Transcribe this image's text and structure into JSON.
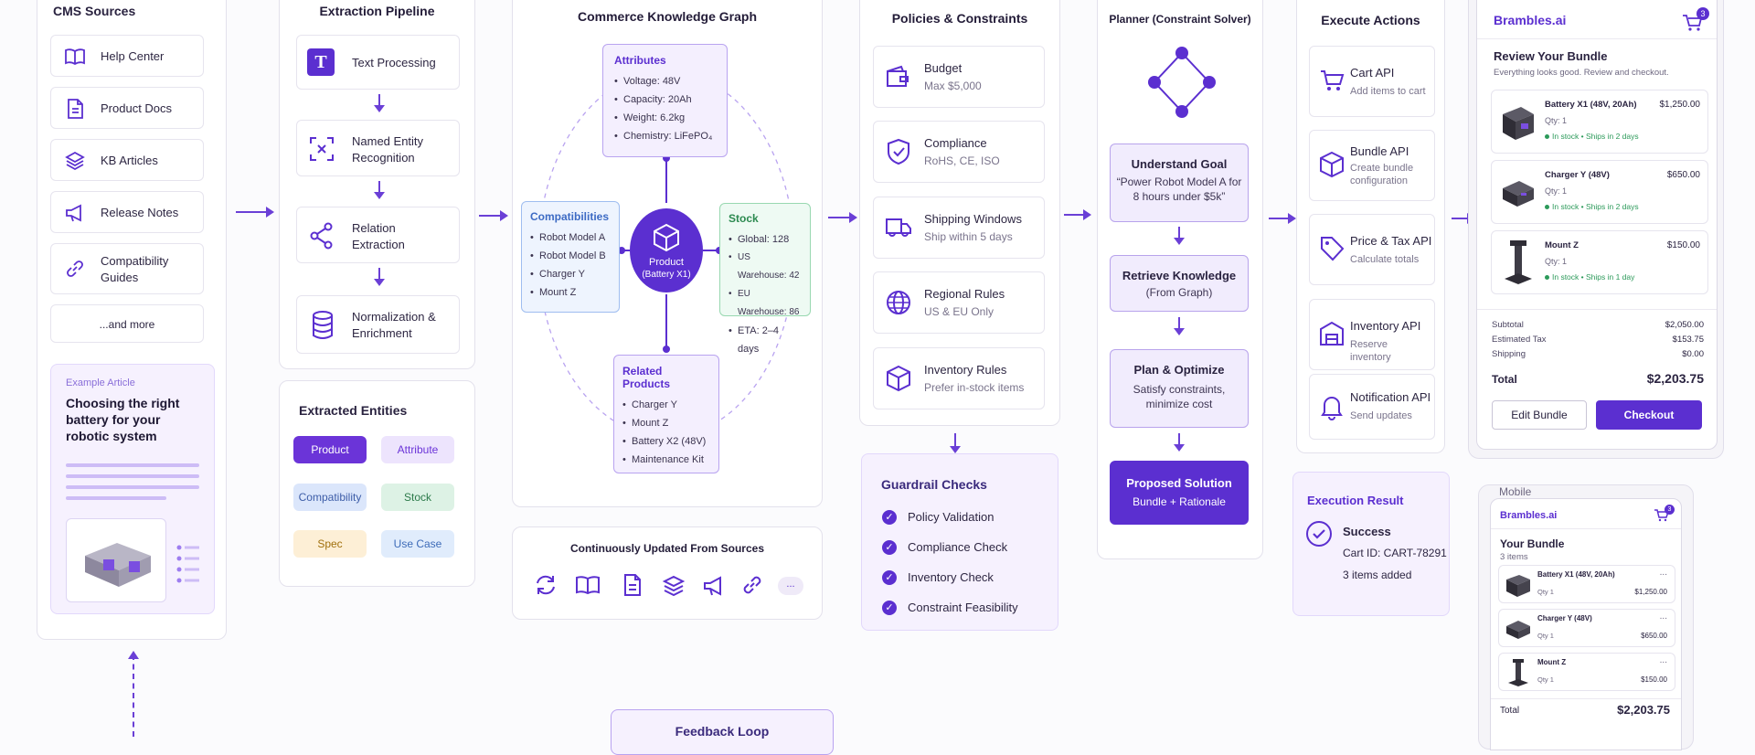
{
  "cms": {
    "title": "CMS Sources",
    "sources": [
      "Help Center",
      "Product Docs",
      "KB Articles",
      "Release Notes",
      "Compatibility Guides"
    ],
    "more": "...and more",
    "example_label": "Example Article",
    "example_title": "Choosing the right battery for your robotic system"
  },
  "pipeline": {
    "title": "Extraction Pipeline",
    "steps": [
      "Text Processing",
      "Named Entity Recognition",
      "Relation Extraction",
      "Normalization & Enrichment"
    ]
  },
  "entities": {
    "title": "Extracted Entities",
    "items": [
      "Product",
      "Attribute",
      "Compatibility",
      "Stock",
      "Spec",
      "Use Case"
    ]
  },
  "graph": {
    "title": "Commerce Knowledge Graph",
    "attributes": {
      "title": "Attributes",
      "items": [
        "Voltage: 48V",
        "Capacity: 20Ah",
        "Weight: 6.2kg",
        "Chemistry: LiFePO₄"
      ]
    },
    "compat": {
      "title": "Compatibilities",
      "items": [
        "Robot Model A",
        "Robot Model B",
        "Charger Y",
        "Mount Z"
      ]
    },
    "stock": {
      "title": "Stock",
      "items": [
        "Global: 128",
        "US Warehouse: 42",
        "EU Warehouse: 86",
        "ETA: 2–4 days"
      ]
    },
    "related": {
      "title": "Related Products",
      "items": [
        "Charger Y",
        "Mount Z",
        "Battery X2 (48V)",
        "Maintenance Kit"
      ]
    },
    "center_line1": "Product",
    "center_line2": "(Battery X1)"
  },
  "updated": {
    "title": "Continuously Updated From Sources",
    "more": "..."
  },
  "policies": {
    "title": "Policies & Constraints",
    "items": [
      {
        "name": "Budget",
        "detail": "Max $5,000"
      },
      {
        "name": "Compliance",
        "detail": "RoHS, CE, ISO"
      },
      {
        "name": "Shipping Windows",
        "detail": "Ship within 5 days"
      },
      {
        "name": "Regional Rules",
        "detail": "US & EU Only"
      },
      {
        "name": "Inventory Rules",
        "detail": "Prefer in-stock items"
      }
    ]
  },
  "guardrails": {
    "title": "Guardrail Checks",
    "items": [
      "Policy Validation",
      "Compliance Check",
      "Inventory Check",
      "Constraint Feasibility"
    ]
  },
  "planner": {
    "title": "Planner (Constraint Solver)",
    "goal_title": "Understand Goal",
    "goal_text": "“Power Robot Model A for 8 hours under $5k”",
    "retrieve_title": "Retrieve Knowledge",
    "retrieve_text": "(From Graph)",
    "plan_title": "Plan & Optimize",
    "plan_text": "Satisfy constraints, minimize cost",
    "solution_title": "Proposed Solution",
    "solution_text": "Bundle + Rationale"
  },
  "actions": {
    "title": "Execute Actions",
    "items": [
      {
        "name": "Cart API",
        "detail": "Add items to cart"
      },
      {
        "name": "Bundle API",
        "detail": "Create bundle configuration"
      },
      {
        "name": "Price & Tax API",
        "detail": "Calculate totals"
      },
      {
        "name": "Inventory API",
        "detail": "Reserve inventory"
      },
      {
        "name": "Notification API",
        "detail": "Send updates"
      }
    ]
  },
  "result": {
    "title": "Execution Result",
    "status": "Success",
    "cart": "Cart ID: CART-78291",
    "count": "3 items added"
  },
  "shop": {
    "brand": "Brambles.ai",
    "cart_count": "3",
    "heading": "Review Your Bundle",
    "subheading": "Everything looks good. Review and checkout.",
    "items": [
      {
        "name": "Battery X1 (48V, 20Ah)",
        "qty": "Qty: 1",
        "stock": "In stock • Ships in 2 days",
        "price": "$1,250.00"
      },
      {
        "name": "Charger Y (48V)",
        "qty": "Qty: 1",
        "stock": "In stock • Ships in 2 days",
        "price": "$650.00"
      },
      {
        "name": "Mount Z",
        "qty": "Qty: 1",
        "stock": "In stock • Ships in 1 day",
        "price": "$150.00"
      }
    ],
    "subtotal_label": "Subtotal",
    "subtotal": "$2,050.00",
    "tax_label": "Estimated Tax",
    "tax": "$153.75",
    "shipping_label": "Shipping",
    "shipping": "$0.00",
    "total_label": "Total",
    "total": "$2,203.75",
    "edit_label": "Edit Bundle",
    "checkout_label": "Checkout"
  },
  "mobile": {
    "label": "Mobile",
    "brand": "Brambles.ai",
    "cart_count": "3",
    "heading": "Your Bundle",
    "count": "3 items",
    "items": [
      {
        "name": "Battery X1 (48V, 20Ah)",
        "qty": "Qty 1",
        "price": "$1,250.00"
      },
      {
        "name": "Charger Y (48V)",
        "qty": "Qty 1",
        "price": "$650.00"
      },
      {
        "name": "Mount Z",
        "qty": "Qty 1",
        "price": "$150.00"
      }
    ],
    "more": "...",
    "total_label": "Total",
    "total": "$2,203.75"
  },
  "feedback": {
    "title": "Feedback Loop"
  },
  "colors": {
    "accent": "#5b2fd0",
    "accent_light": "#f1ecfd",
    "green": "#2c9a5a"
  }
}
